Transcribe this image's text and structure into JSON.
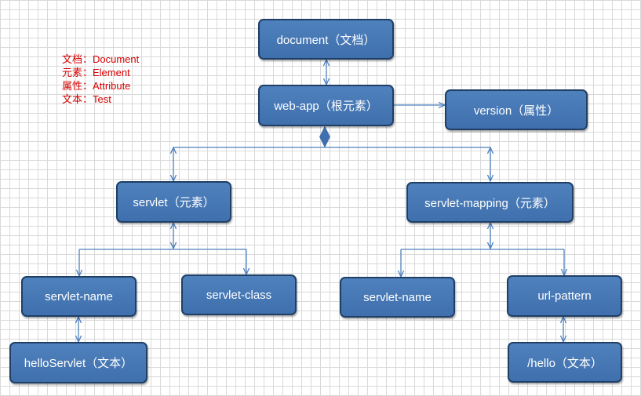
{
  "legend": [
    "文档：Document",
    "元素：Element",
    "属性：Attribute",
    "文本：Test"
  ],
  "nodes": {
    "document": "document（文档）",
    "web_app": "web-app（根元素）",
    "version": "version（属性）",
    "servlet": "servlet（元素）",
    "servlet_mapping": "servlet-mapping（元素）",
    "servlet_name_left": "servlet-name",
    "servlet_class": "servlet-class",
    "servlet_name_right": "servlet-name",
    "url_pattern": "url-pattern",
    "hello_servlet_text": "helloServlet（文本）",
    "hello_text": "/hello（文本）"
  },
  "colors": {
    "node_fill": "#4f81bd",
    "node_border": "#1f3f66",
    "line": "#4f81bd",
    "legend_text": "#d60000"
  }
}
